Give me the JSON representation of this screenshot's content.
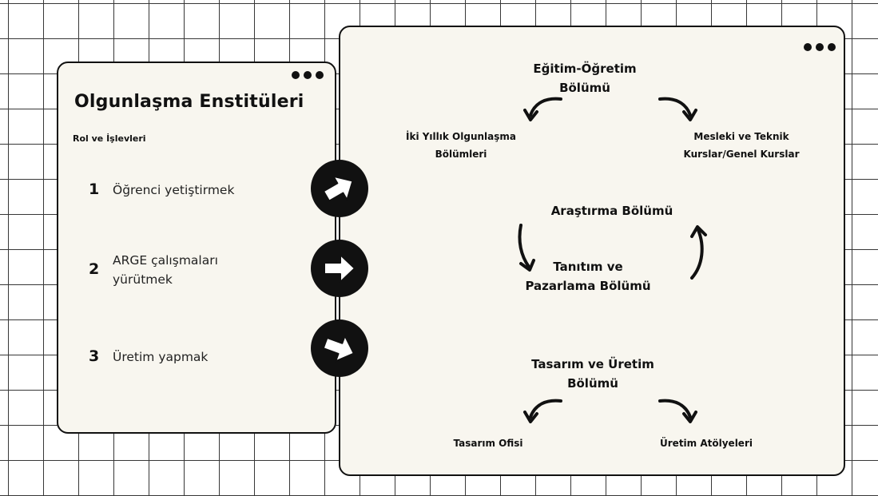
{
  "left_card": {
    "title": "Olgunlaşma Enstitüleri",
    "subtitle": "Rol ve İşlevleri",
    "items": [
      {
        "number": "1",
        "text": "Öğrenci yetiştirmek"
      },
      {
        "number": "2",
        "text": "ARGE çalışmaları yürütmek"
      },
      {
        "number": "3",
        "text": "Üretim yapmak"
      }
    ]
  },
  "right_card": {
    "education": {
      "title": "Eğitim-Öğretim Bölümü",
      "left_child": "İki Yıllık Olgunlaşma Bölümleri",
      "right_child": "Mesleki ve Teknik Kurslar/Genel Kurslar"
    },
    "research": {
      "title": "Araştırma Bölümü",
      "linked": "Tanıtım ve Pazarlama Bölümü"
    },
    "design": {
      "title": "Tasarım ve Üretim Bölümü",
      "left_child": "Tasarım Ofisi",
      "right_child": "Üretim Atölyeleri"
    }
  },
  "icons": {
    "dots": "more-dots-icon",
    "arrow": "arrow-right-circle-icon",
    "curved_arrow": "curved-arrow-icon"
  }
}
